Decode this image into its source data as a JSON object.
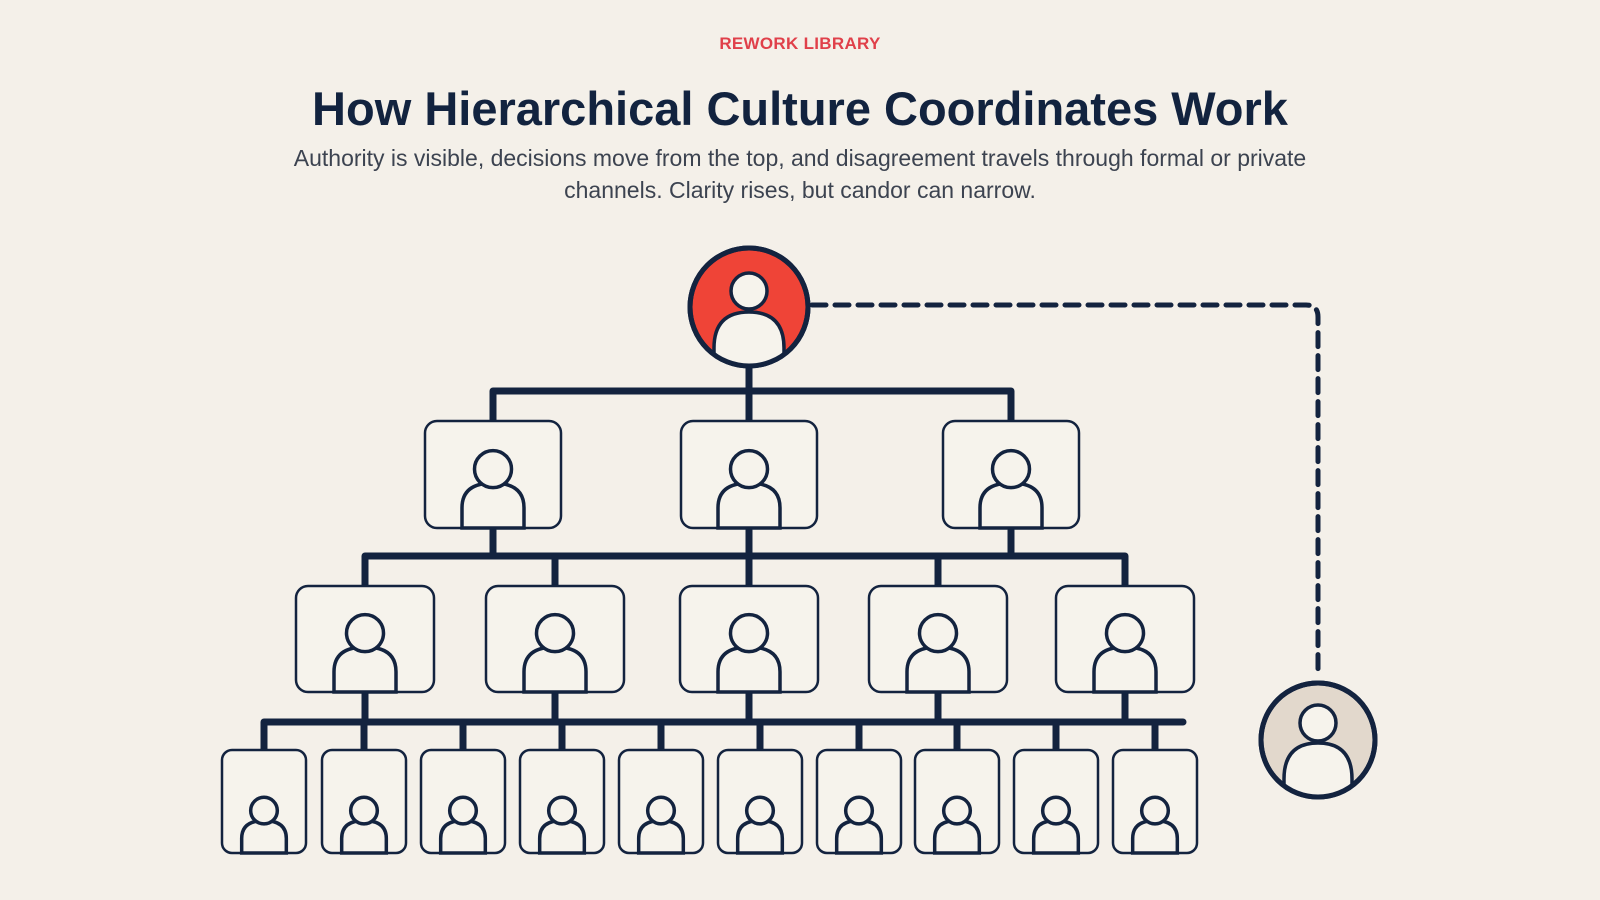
{
  "header": {
    "eyebrow": "REWORK LIBRARY",
    "title": "How Hierarchical Culture Coordinates Work",
    "subtitle": "Authority is visible, decisions move from the top, and disagreement travels through formal or private channels. Clarity rises, but candor can narrow."
  },
  "diagram": {
    "levels": [
      1,
      3,
      5,
      10
    ],
    "private_channel": "dashed line from the leader to an outside person",
    "colors": {
      "background": "#f4f0e9",
      "ink": "#13233f",
      "leader": "#ef4437",
      "outside_person": "#e2d8cc",
      "card": "#f6f3ec"
    },
    "icons": [
      "person-icon"
    ]
  }
}
